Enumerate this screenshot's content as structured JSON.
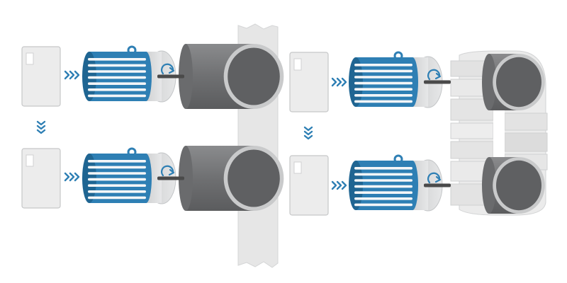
{
  "diagram": {
    "colors": {
      "background": "#ffffff",
      "motor_blue": "#2e7fb4",
      "motor_blue_dark": "#1f6592",
      "fin_white": "#f4f6f8",
      "motor_end": "#d9dadb",
      "motor_end_edge": "#c4c6c8",
      "shaft": "#4a4a4a",
      "arrow_blue": "#2e7fb4",
      "roller_dark": "#5f6062",
      "roller_mid": "#7a7b7d",
      "roller_rim": "#c9cacb",
      "web": "#e4e4e4",
      "web_edge": "#cfd0d1",
      "controller_fill": "#ececec",
      "controller_edge": "#c6c7c8"
    },
    "icons": [
      "controller-icon",
      "chevron-right-icon",
      "chevron-down-icon",
      "motor-icon",
      "rotation-arrow-icon",
      "roller-icon",
      "web-material",
      "belt-loop"
    ],
    "panels": [
      {
        "name": "single-roller-web-panel",
        "drive_units": 2,
        "web_type": "straight-web"
      },
      {
        "name": "s-wrap-belt-panel",
        "drive_units": 2,
        "web_type": "wrapped-belt"
      }
    ]
  }
}
